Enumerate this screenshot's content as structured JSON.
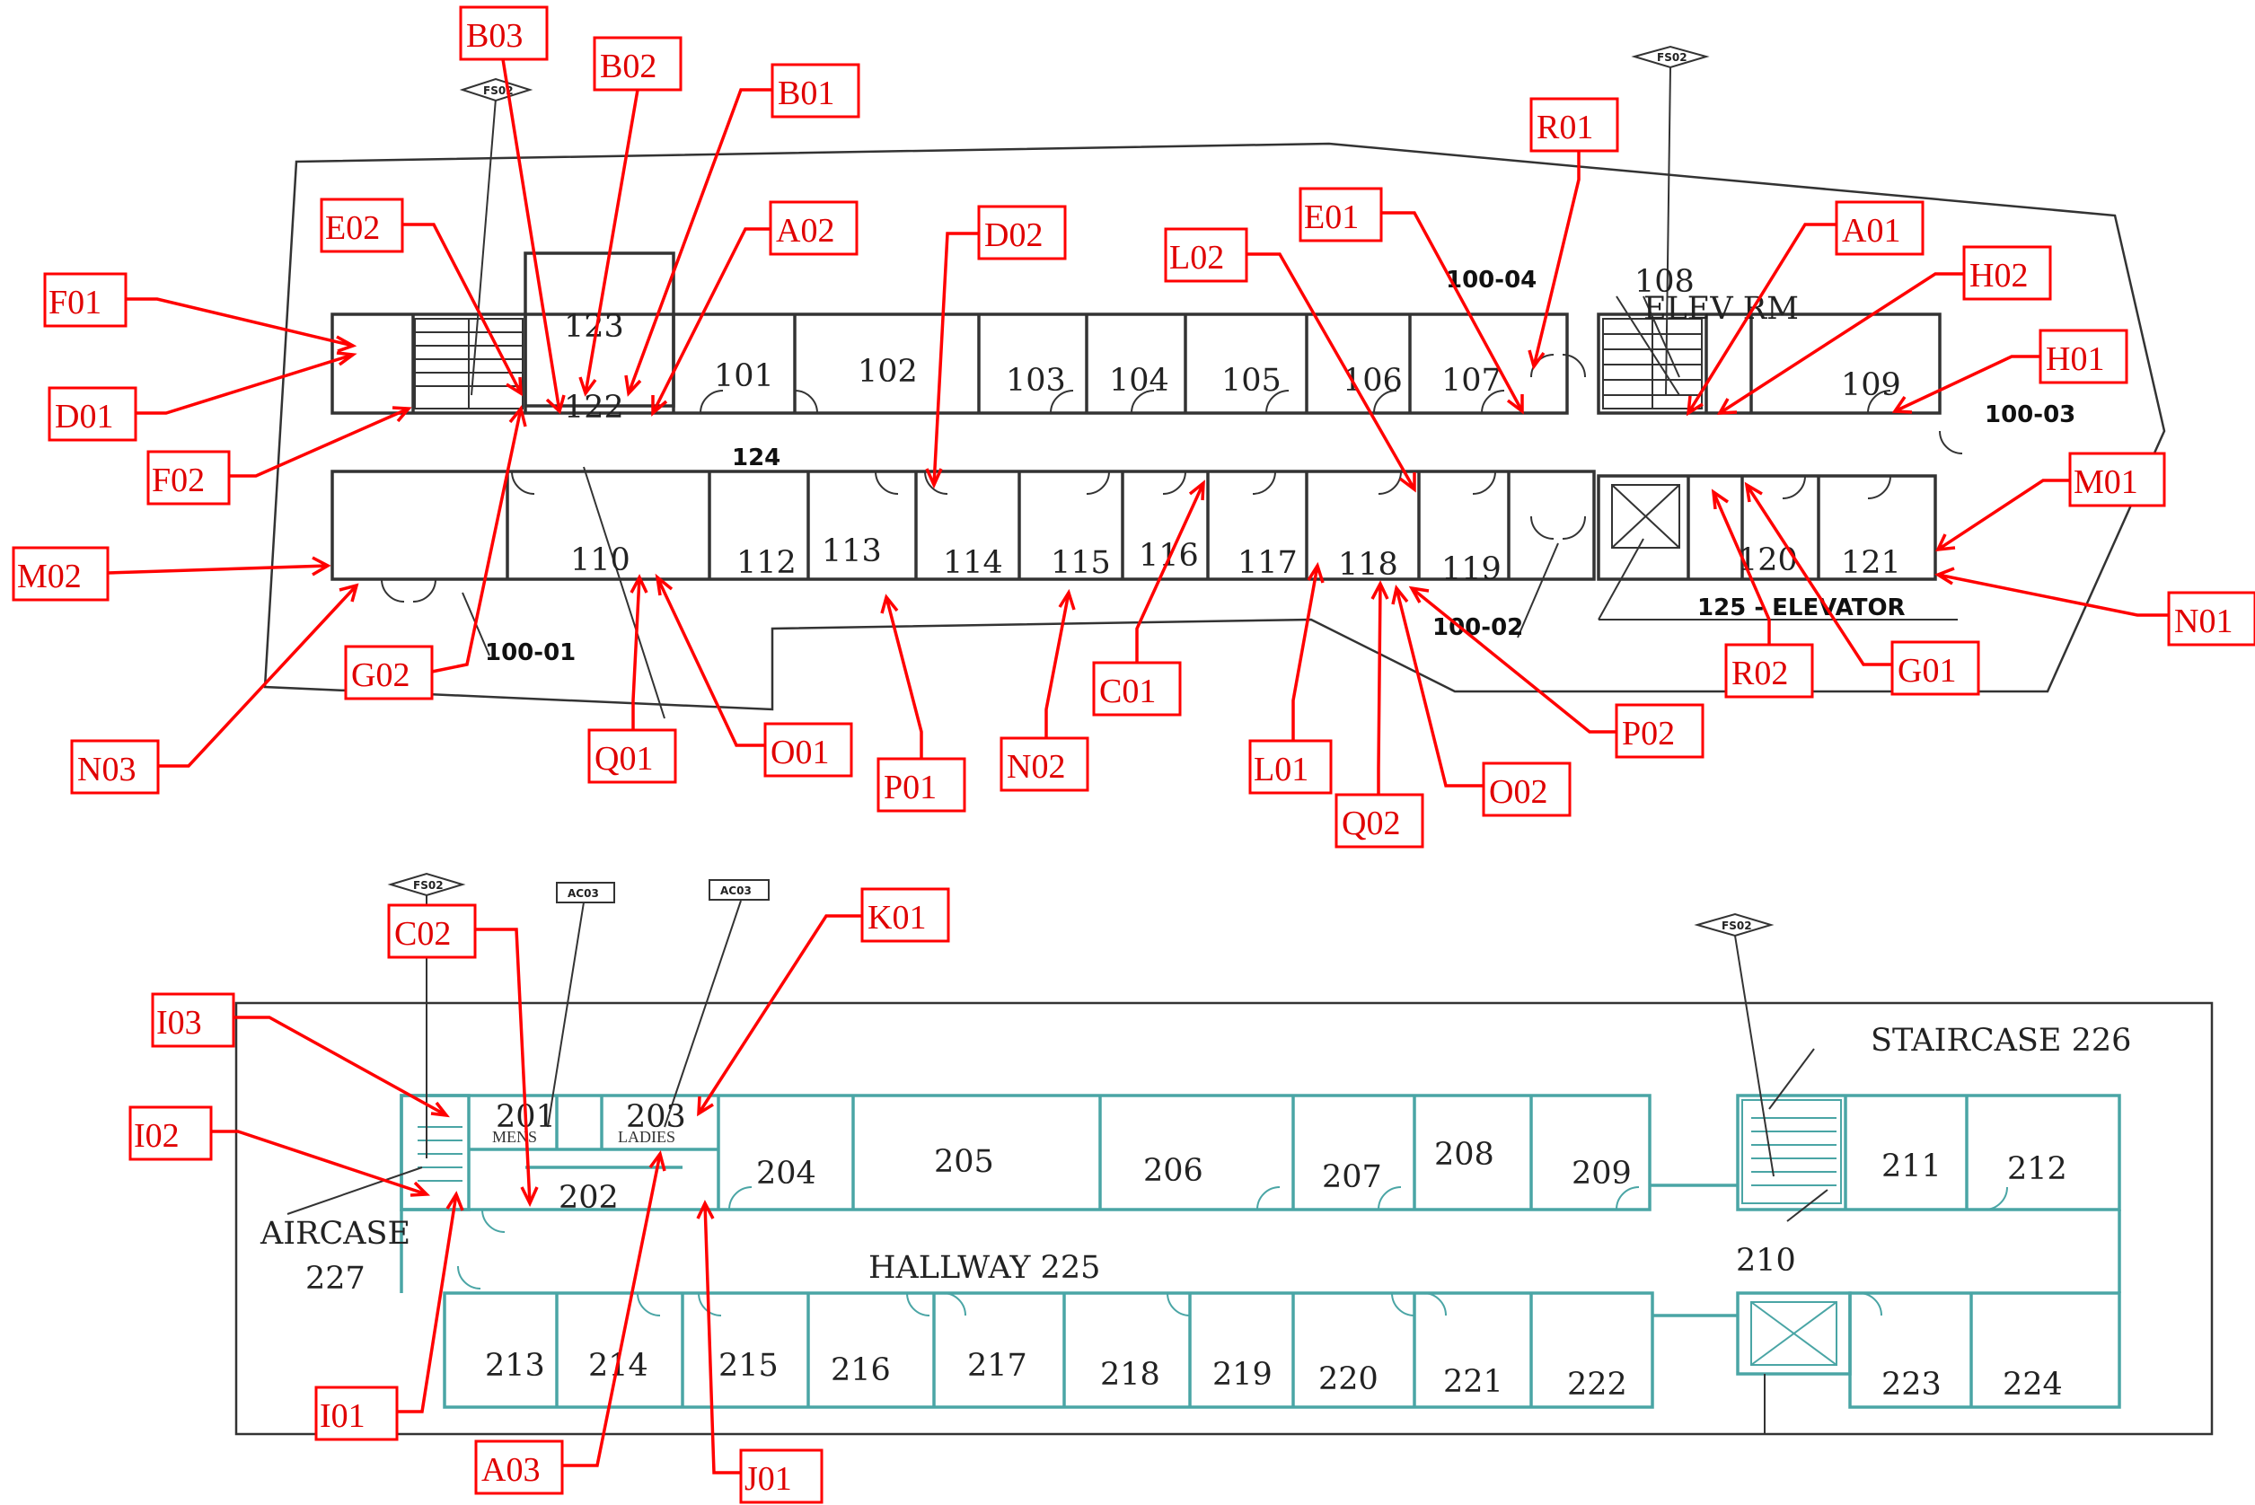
{
  "floor1": {
    "rooms": [
      {
        "id": "r101",
        "label": "101"
      },
      {
        "id": "r102",
        "label": "102"
      },
      {
        "id": "r103",
        "label": "103"
      },
      {
        "id": "r104",
        "label": "104"
      },
      {
        "id": "r105",
        "label": "105"
      },
      {
        "id": "r106",
        "label": "106"
      },
      {
        "id": "r107",
        "label": "107"
      },
      {
        "id": "r108",
        "label": "108"
      },
      {
        "id": "r109",
        "label": "109"
      },
      {
        "id": "r110",
        "label": "110"
      },
      {
        "id": "r112",
        "label": "112"
      },
      {
        "id": "r113",
        "label": "113"
      },
      {
        "id": "r114",
        "label": "114"
      },
      {
        "id": "r115",
        "label": "115"
      },
      {
        "id": "r116",
        "label": "116"
      },
      {
        "id": "r117",
        "label": "117"
      },
      {
        "id": "r118",
        "label": "118"
      },
      {
        "id": "r119",
        "label": "119"
      },
      {
        "id": "r120",
        "label": "120"
      },
      {
        "id": "r121",
        "label": "121"
      },
      {
        "id": "r122",
        "label": "122"
      },
      {
        "id": "r123",
        "label": "123"
      },
      {
        "id": "r124",
        "label": "124"
      }
    ],
    "elev_rm": "ELEV RM",
    "exits": {
      "e1": "100-01",
      "e2": "100-02",
      "e3": "100-03",
      "e4": "100-04"
    },
    "elevator": "125 - ELEVATOR"
  },
  "floor2": {
    "rooms": [
      {
        "id": "r201",
        "label": "201"
      },
      {
        "id": "r202",
        "label": "202"
      },
      {
        "id": "r203",
        "label": "203"
      },
      {
        "id": "r204",
        "label": "204"
      },
      {
        "id": "r205",
        "label": "205"
      },
      {
        "id": "r206",
        "label": "206"
      },
      {
        "id": "r207",
        "label": "207"
      },
      {
        "id": "r208",
        "label": "208"
      },
      {
        "id": "r209",
        "label": "209"
      },
      {
        "id": "r210",
        "label": "210"
      },
      {
        "id": "r211",
        "label": "211"
      },
      {
        "id": "r212",
        "label": "212"
      },
      {
        "id": "r213",
        "label": "213"
      },
      {
        "id": "r214",
        "label": "214"
      },
      {
        "id": "r215",
        "label": "215"
      },
      {
        "id": "r216",
        "label": "216"
      },
      {
        "id": "r217",
        "label": "217"
      },
      {
        "id": "r218",
        "label": "218"
      },
      {
        "id": "r219",
        "label": "219"
      },
      {
        "id": "r220",
        "label": "220"
      },
      {
        "id": "r221",
        "label": "221"
      },
      {
        "id": "r222",
        "label": "222"
      },
      {
        "id": "r223",
        "label": "223"
      },
      {
        "id": "r224",
        "label": "224"
      },
      {
        "id": "r227",
        "label": "227"
      }
    ],
    "mens": "MENS",
    "ladies": "LADIES",
    "hallway": "HALLWAY 225",
    "staircase_right": "STAIRCASE   226",
    "staircase_left": "AIRCASE"
  },
  "symbols": {
    "fs": "FS02",
    "ac": "AC03"
  },
  "tags": [
    {
      "id": "B03",
      "label": "B03"
    },
    {
      "id": "B02",
      "label": "B02"
    },
    {
      "id": "B01",
      "label": "B01"
    },
    {
      "id": "E02",
      "label": "E02"
    },
    {
      "id": "A02",
      "label": "A02"
    },
    {
      "id": "D02",
      "label": "D02"
    },
    {
      "id": "F01",
      "label": "F01"
    },
    {
      "id": "D01",
      "label": "D01"
    },
    {
      "id": "F02",
      "label": "F02"
    },
    {
      "id": "M02",
      "label": "M02"
    },
    {
      "id": "N03",
      "label": "N03"
    },
    {
      "id": "G02",
      "label": "G02"
    },
    {
      "id": "Q01",
      "label": "Q01"
    },
    {
      "id": "O01",
      "label": "O01"
    },
    {
      "id": "P01",
      "label": "P01"
    },
    {
      "id": "N02",
      "label": "N02"
    },
    {
      "id": "C01",
      "label": "C01"
    },
    {
      "id": "L01",
      "label": "L01"
    },
    {
      "id": "Q02",
      "label": "Q02"
    },
    {
      "id": "O02",
      "label": "O02"
    },
    {
      "id": "P02",
      "label": "P02"
    },
    {
      "id": "R02",
      "label": "R02"
    },
    {
      "id": "G01",
      "label": "G01"
    },
    {
      "id": "N01",
      "label": "N01"
    },
    {
      "id": "M01",
      "label": "M01"
    },
    {
      "id": "H01",
      "label": "H01"
    },
    {
      "id": "H02",
      "label": "H02"
    },
    {
      "id": "A01",
      "label": "A01"
    },
    {
      "id": "E01",
      "label": "E01"
    },
    {
      "id": "L02",
      "label": "L02"
    },
    {
      "id": "R01",
      "label": "R01"
    },
    {
      "id": "C02",
      "label": "C02"
    },
    {
      "id": "K01",
      "label": "K01"
    },
    {
      "id": "I03",
      "label": "I03"
    },
    {
      "id": "I02",
      "label": "I02"
    },
    {
      "id": "I01",
      "label": "I01"
    },
    {
      "id": "A03",
      "label": "A03"
    },
    {
      "id": "J01",
      "label": "J01"
    }
  ]
}
